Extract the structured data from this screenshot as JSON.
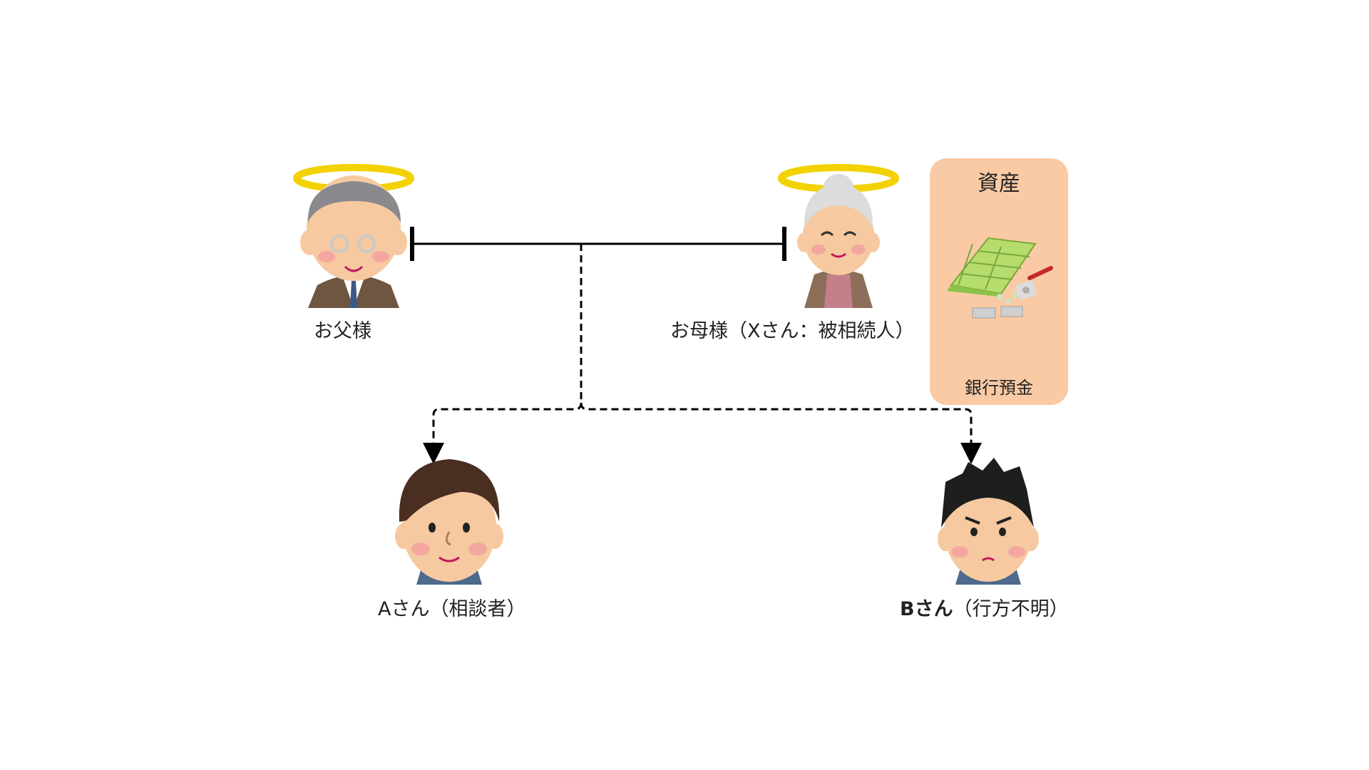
{
  "people": {
    "father": {
      "label": "お父様"
    },
    "mother": {
      "label": "お母様（Xさん：被相続人）"
    },
    "child_a": {
      "label_name": "Aさん",
      "label_note": "（相談者）"
    },
    "child_b": {
      "label_name": "Bさん",
      "label_note": "（行方不明）"
    }
  },
  "asset": {
    "title": "資産",
    "item": "銀行預金"
  },
  "colors": {
    "asset_box": "#f9caa4",
    "halo": "#f2d200",
    "line": "#000000"
  }
}
